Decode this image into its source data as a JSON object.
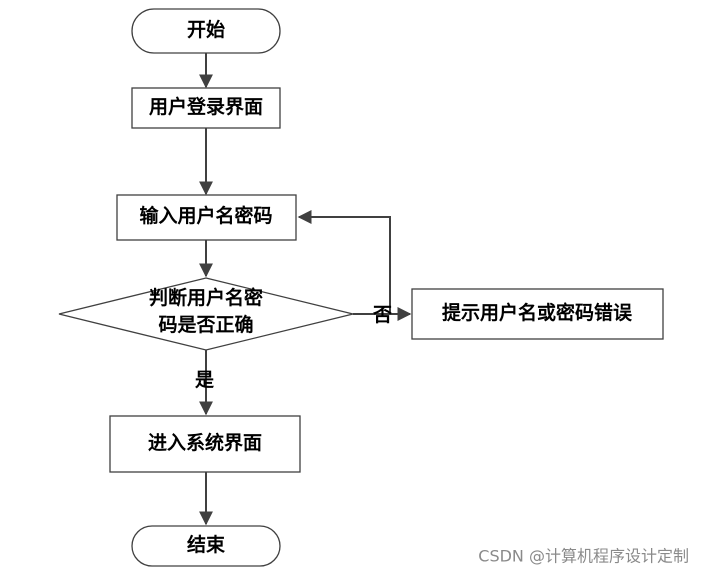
{
  "flowchart": {
    "start": "开始",
    "login_page": "用户登录界面",
    "input_credentials": "输入用户名密码",
    "decision_line1": "判断用户名密",
    "decision_line2": "码是否正确",
    "error_prompt": "提示用户名或密码错误",
    "enter_system": "进入系统界面",
    "end": "结束",
    "label_no": "否",
    "label_yes": "是"
  },
  "colors": {
    "stroke": "#404040",
    "text": "#000000",
    "watermark": "#8a8a8a"
  },
  "watermark": "CSDN @计算机程序设计定制"
}
